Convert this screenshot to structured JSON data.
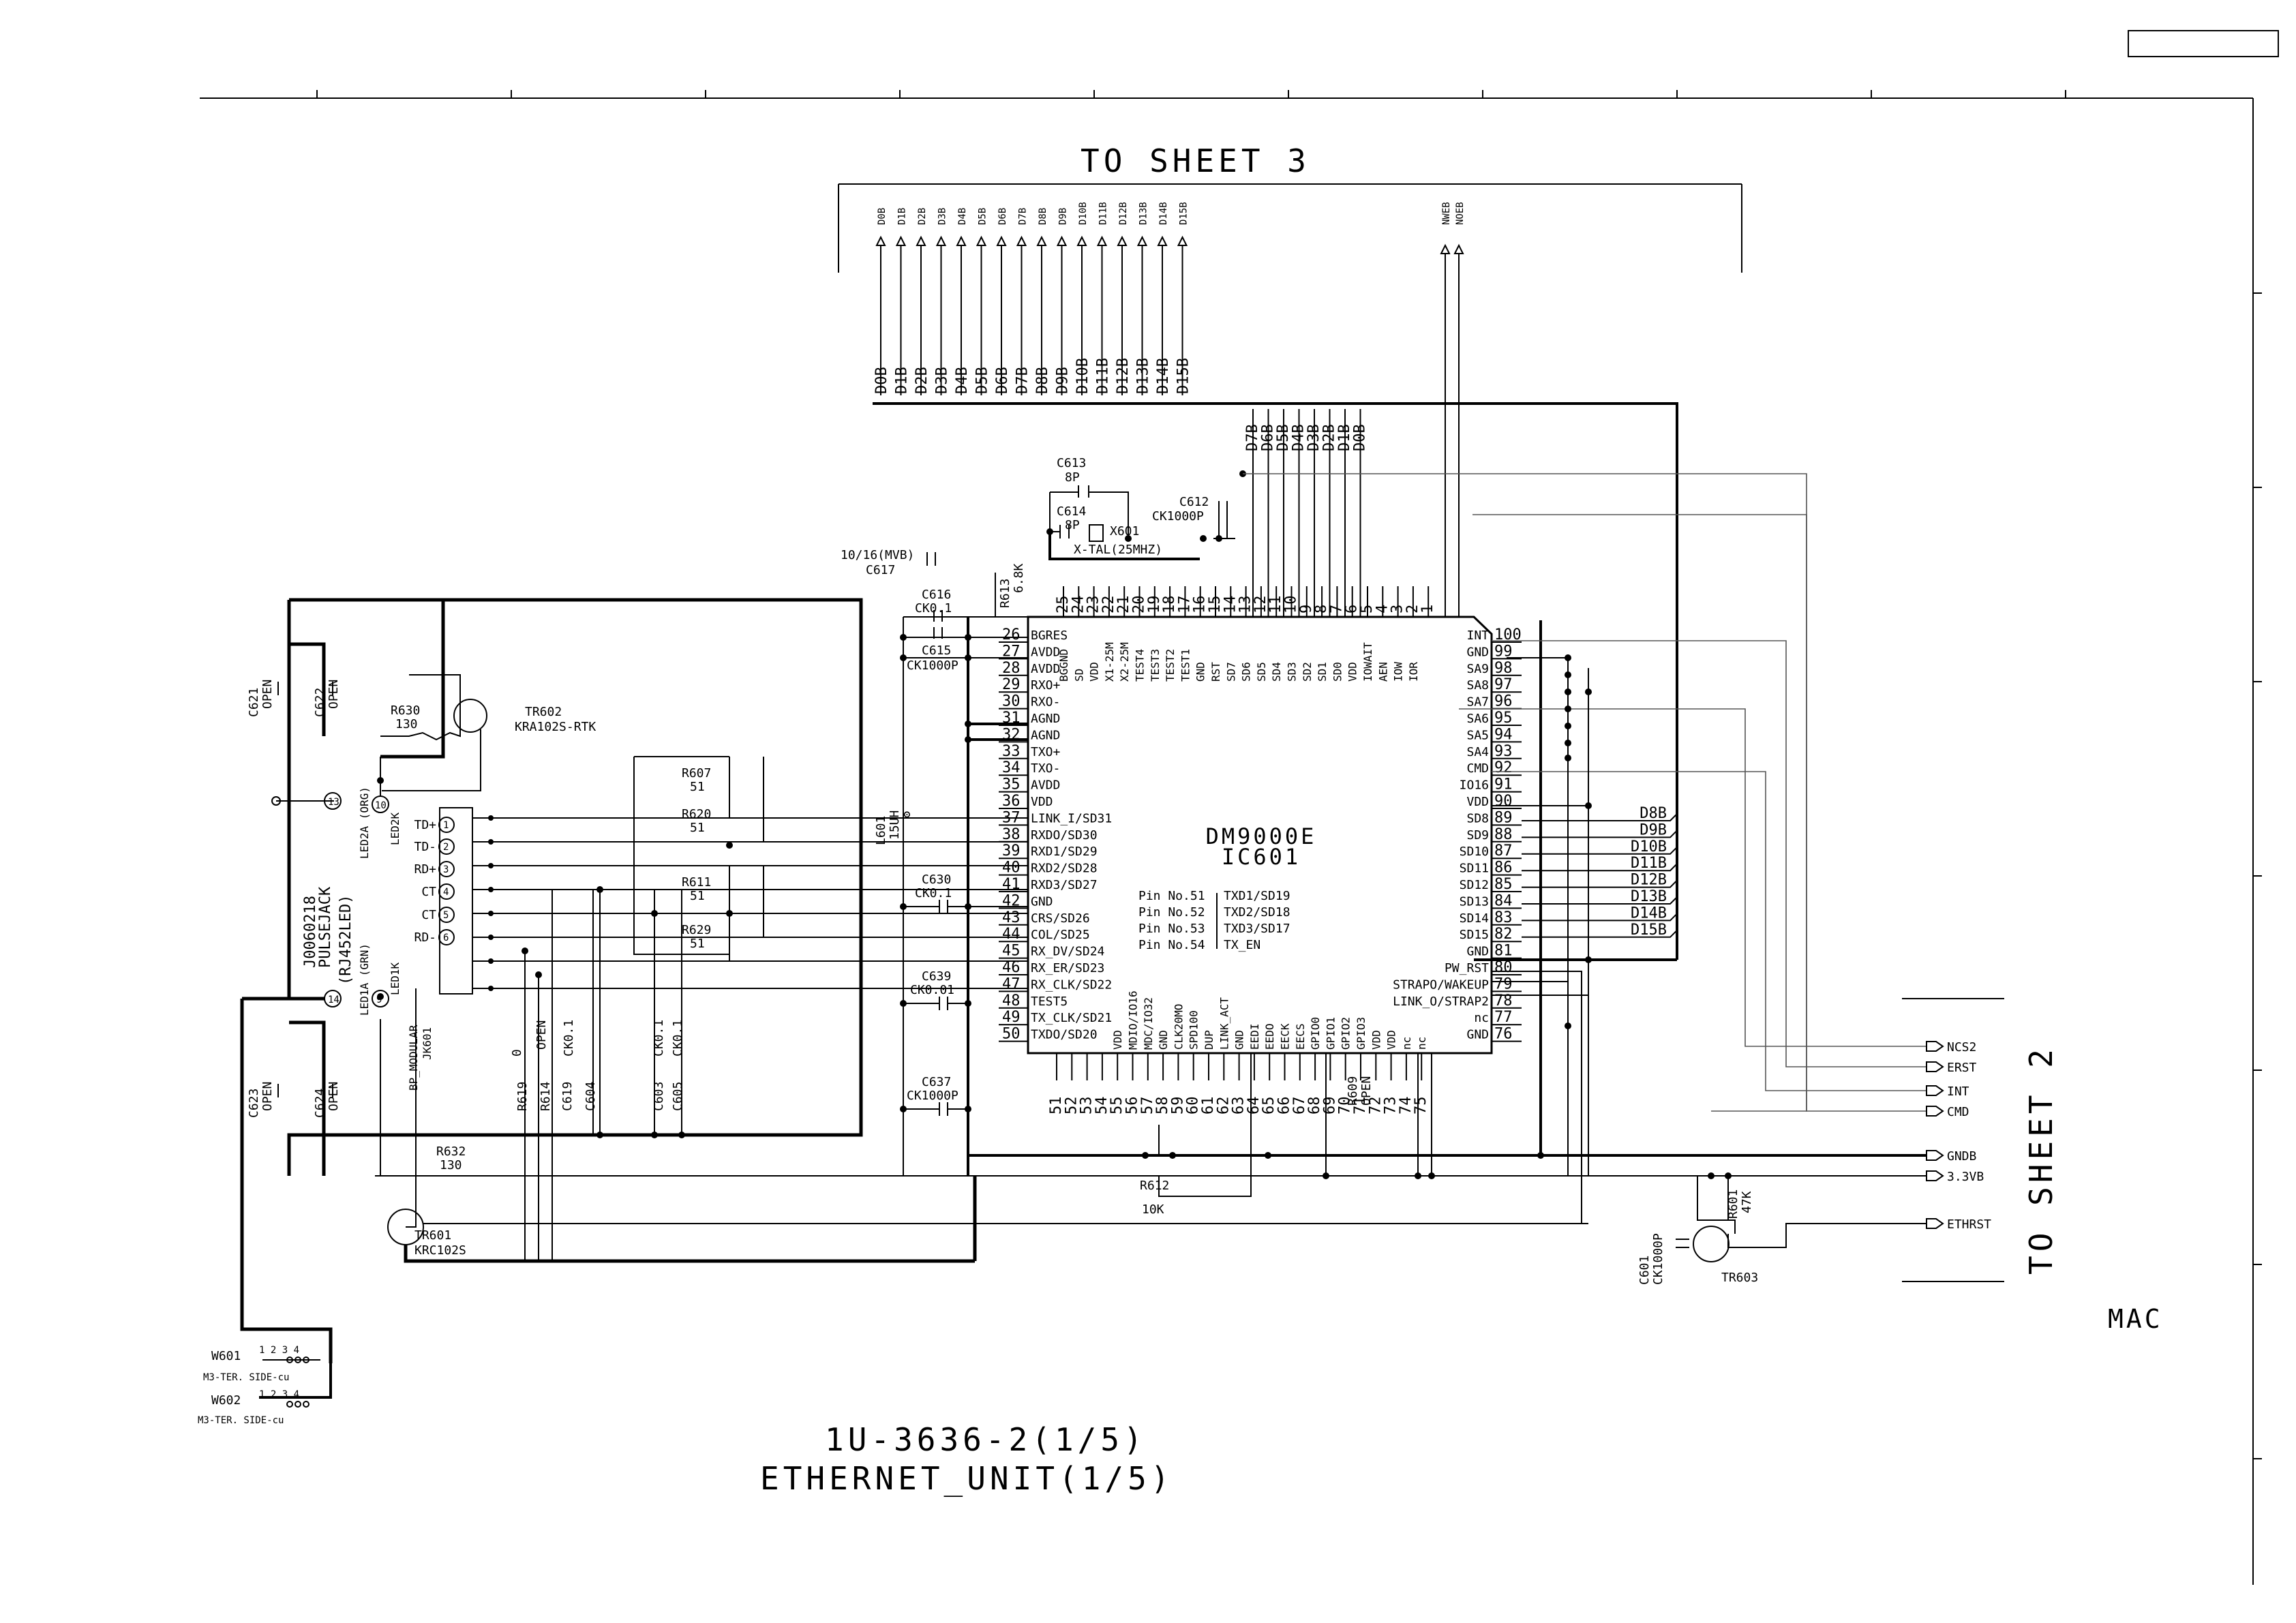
{
  "page_number": "",
  "to_sheet3": "TO SHEET 3",
  "to_sheet2": "TO SHEET 2",
  "section_label": "MAC",
  "unit_code": "1U-3636-2(1/5)",
  "unit_name": "ETHERNET_UNIT(1/5)",
  "ic": {
    "ref": "IC601",
    "part": "DM9000E",
    "notes": [
      {
        "pin": "Pin No.51",
        "sig": "TXD1/SD19"
      },
      {
        "pin": "Pin No.52",
        "sig": "TXD2/SD18"
      },
      {
        "pin": "Pin No.53",
        "sig": "TXD3/SD17"
      },
      {
        "pin": "Pin No.54",
        "sig": "TX_EN"
      }
    ],
    "left_pins": [
      {
        "n": "26",
        "l": "BGRES"
      },
      {
        "n": "27",
        "l": "AVDD"
      },
      {
        "n": "28",
        "l": "AVDD"
      },
      {
        "n": "29",
        "l": "RXO+"
      },
      {
        "n": "30",
        "l": "RXO-"
      },
      {
        "n": "31",
        "l": "AGND"
      },
      {
        "n": "32",
        "l": "AGND"
      },
      {
        "n": "33",
        "l": "TXO+"
      },
      {
        "n": "34",
        "l": "TXO-"
      },
      {
        "n": "35",
        "l": "AVDD"
      },
      {
        "n": "36",
        "l": "VDD"
      },
      {
        "n": "37",
        "l": "LINK_I/SD31"
      },
      {
        "n": "38",
        "l": "RXDO/SD30"
      },
      {
        "n": "39",
        "l": "RXD1/SD29"
      },
      {
        "n": "40",
        "l": "RXD2/SD28"
      },
      {
        "n": "41",
        "l": "RXD3/SD27"
      },
      {
        "n": "42",
        "l": "GND"
      },
      {
        "n": "43",
        "l": "CRS/SD26"
      },
      {
        "n": "44",
        "l": "COL/SD25"
      },
      {
        "n": "45",
        "l": "RX_DV/SD24"
      },
      {
        "n": "46",
        "l": "RX_ER/SD23"
      },
      {
        "n": "47",
        "l": "RX_CLK/SD22"
      },
      {
        "n": "48",
        "l": "TEST5"
      },
      {
        "n": "49",
        "l": "TX_CLK/SD21"
      },
      {
        "n": "50",
        "l": "TXDO/SD20"
      }
    ],
    "right_pins": [
      {
        "n": "100",
        "l": "INT"
      },
      {
        "n": "99",
        "l": "GND"
      },
      {
        "n": "98",
        "l": "SA9"
      },
      {
        "n": "97",
        "l": "SA8"
      },
      {
        "n": "96",
        "l": "SA7"
      },
      {
        "n": "95",
        "l": "SA6"
      },
      {
        "n": "94",
        "l": "SA5"
      },
      {
        "n": "93",
        "l": "SA4"
      },
      {
        "n": "92",
        "l": "CMD"
      },
      {
        "n": "91",
        "l": "IO16"
      },
      {
        "n": "90",
        "l": "VDD"
      },
      {
        "n": "89",
        "l": "SD8"
      },
      {
        "n": "88",
        "l": "SD9"
      },
      {
        "n": "87",
        "l": "SD10"
      },
      {
        "n": "86",
        "l": "SD11"
      },
      {
        "n": "85",
        "l": "SD12"
      },
      {
        "n": "84",
        "l": "SD13"
      },
      {
        "n": "83",
        "l": "SD14"
      },
      {
        "n": "82",
        "l": "SD15"
      },
      {
        "n": "81",
        "l": "GND"
      },
      {
        "n": "80",
        "l": "PW_RST"
      },
      {
        "n": "79",
        "l": "STRAPO/WAKEUP"
      },
      {
        "n": "78",
        "l": "LINK_O/STRAP2"
      },
      {
        "n": "77",
        "l": "nc"
      },
      {
        "n": "76",
        "l": "GND"
      }
    ],
    "top_pins": [
      {
        "n": "25",
        "l": "BGGND"
      },
      {
        "n": "24",
        "l": "SD"
      },
      {
        "n": "23",
        "l": "VDD"
      },
      {
        "n": "22",
        "l": "X1-25M"
      },
      {
        "n": "21",
        "l": "X2-25M"
      },
      {
        "n": "20",
        "l": "TEST4"
      },
      {
        "n": "19",
        "l": "TEST3"
      },
      {
        "n": "18",
        "l": "TEST2"
      },
      {
        "n": "17",
        "l": "TEST1"
      },
      {
        "n": "16",
        "l": "GND"
      },
      {
        "n": "15",
        "l": "RST"
      },
      {
        "n": "14",
        "l": "SD7"
      },
      {
        "n": "13",
        "l": "SD6"
      },
      {
        "n": "12",
        "l": "SD5"
      },
      {
        "n": "11",
        "l": "SD4"
      },
      {
        "n": "10",
        "l": "SD3"
      },
      {
        "n": "9",
        "l": "SD2"
      },
      {
        "n": "8",
        "l": "SD1"
      },
      {
        "n": "7",
        "l": "SD0"
      },
      {
        "n": "6",
        "l": "VDD"
      },
      {
        "n": "5",
        "l": "IOWAIT"
      },
      {
        "n": "4",
        "l": "AEN"
      },
      {
        "n": "3",
        "l": "IOW"
      },
      {
        "n": "2",
        "l": "IOR"
      },
      {
        "n": "1",
        "l": ""
      }
    ],
    "bottom_pins": [
      {
        "n": "51",
        "l": ""
      },
      {
        "n": "52",
        "l": ""
      },
      {
        "n": "53",
        "l": ""
      },
      {
        "n": "54",
        "l": ""
      },
      {
        "n": "55",
        "l": "VDD"
      },
      {
        "n": "56",
        "l": "MDIO/IO16"
      },
      {
        "n": "57",
        "l": "MDC/IO32"
      },
      {
        "n": "58",
        "l": "GND"
      },
      {
        "n": "59",
        "l": "CLK20MO"
      },
      {
        "n": "60",
        "l": "SPD100"
      },
      {
        "n": "61",
        "l": "DUP"
      },
      {
        "n": "62",
        "l": "LINK_ACT"
      },
      {
        "n": "63",
        "l": "GND"
      },
      {
        "n": "64",
        "l": "EEDI"
      },
      {
        "n": "65",
        "l": "EEDO"
      },
      {
        "n": "66",
        "l": "EECK"
      },
      {
        "n": "67",
        "l": "EECS"
      },
      {
        "n": "68",
        "l": "GPIO0"
      },
      {
        "n": "69",
        "l": "GPIO1"
      },
      {
        "n": "70",
        "l": "GPIO2"
      },
      {
        "n": "71",
        "l": "GPIO3"
      },
      {
        "n": "72",
        "l": "VDD"
      },
      {
        "n": "73",
        "l": "VDD"
      },
      {
        "n": "74",
        "l": "nc"
      },
      {
        "n": "75",
        "l": "nc"
      }
    ]
  },
  "bus_top_labels": [
    "D0B",
    "D1B",
    "D2B",
    "D3B",
    "D4B",
    "D5B",
    "D6B",
    "D7B",
    "D8B",
    "D9B",
    "D10B",
    "D11B",
    "D12B",
    "D13B",
    "D14B",
    "D15B"
  ],
  "bus_vertical_labels": [
    "D0B",
    "D1B",
    "D2B",
    "D3B",
    "D4B",
    "D5B",
    "D6B",
    "D7B",
    "D8B",
    "D9B",
    "D10B",
    "D11B",
    "D12B",
    "D13B",
    "D14B",
    "D15B"
  ],
  "upper_bus_labels": [
    "D7B",
    "D6B",
    "D5B",
    "D4B",
    "D3B",
    "D2B",
    "D1B",
    "D0B"
  ],
  "ctrl_top_labels": [
    "NWEB",
    "NOEB"
  ],
  "right_bus_labels": [
    "D8B",
    "D9B",
    "D10B",
    "D11B",
    "D12B",
    "D13B",
    "D14B",
    "D15B"
  ],
  "sheet2_signals": [
    "NCS2",
    "ERST",
    "INT",
    "CMD",
    "GNDB",
    "3.3VB",
    "ETHRST"
  ],
  "components": {
    "c613": {
      "ref": "C613",
      "val": "8P"
    },
    "c614": {
      "ref": "C614",
      "val": "8P"
    },
    "x601": {
      "ref": "X601",
      "val": "X-TAL(25MHZ)"
    },
    "c612": {
      "ref": "C612",
      "val": "CK1000P"
    },
    "c617": {
      "ref": "C617",
      "val": "10/16(MVB)"
    },
    "r613": {
      "ref": "R613",
      "val": "6.8K"
    },
    "c616": {
      "ref": "C616",
      "val": "CK0.1"
    },
    "c615": {
      "ref": "C615",
      "val": "CK1000P"
    },
    "l601": {
      "ref": "L601",
      "val": "15UH"
    },
    "c630": {
      "ref": "C630",
      "val": "CK0.1"
    },
    "c639": {
      "ref": "C639",
      "val": "CK0.01"
    },
    "c637": {
      "ref": "C637",
      "val": "CK1000P"
    },
    "r612": {
      "ref": "R612",
      "val": "10K"
    },
    "r609": {
      "ref": "R609",
      "val": "OPEN"
    },
    "c621": {
      "ref": "C621",
      "val": "OPEN"
    },
    "c622": {
      "ref": "C622",
      "val": "OPEN"
    },
    "c623": {
      "ref": "C623",
      "val": "OPEN"
    },
    "c624": {
      "ref": "C624",
      "val": "OPEN"
    },
    "r630": {
      "ref": "R630",
      "val": "130"
    },
    "r632": {
      "ref": "R632",
      "val": "130"
    },
    "tr602": {
      "ref": "TR602",
      "val": "KRA102S-RTK"
    },
    "tr601": {
      "ref": "TR601",
      "val": "KRC102S"
    },
    "tr603": {
      "ref": "TR603",
      "val": ""
    },
    "r607": {
      "ref": "R607",
      "val": "51"
    },
    "r620": {
      "ref": "R620",
      "val": "51"
    },
    "r611": {
      "ref": "R611",
      "val": "51"
    },
    "r629": {
      "ref": "R629",
      "val": "51"
    },
    "r619": {
      "ref": "R619",
      "val": "0"
    },
    "r614": {
      "ref": "R614",
      "val": "OPEN"
    },
    "c619": {
      "ref": "C619",
      "val": "CK0.1"
    },
    "c604": {
      "ref": "C604",
      "val": ""
    },
    "c603": {
      "ref": "C603",
      "val": "CK0.1"
    },
    "c605": {
      "ref": "C605",
      "val": "CK0.1"
    },
    "r601": {
      "ref": "R601",
      "val": "47K"
    },
    "c601": {
      "ref": "C601",
      "val": "CK1000P"
    }
  },
  "jack": {
    "ref": "JK601",
    "part": "J0060218",
    "type": "PULSEJACK",
    "model": "(RJ452LED)",
    "module": "BP_MODULAR",
    "pins": [
      "TD+",
      "TD-",
      "RD+",
      "CT",
      "CT",
      "RD-"
    ],
    "led2": "LED2A (ORG)",
    "led2k": "LED2K",
    "led1": "LED1A (GRN)",
    "led1k": "LED1K"
  },
  "wires": {
    "w601": "W601",
    "w602": "W602",
    "w_note": "M3-TER. SIDE-cu",
    "pins": "1  2 3 4"
  }
}
